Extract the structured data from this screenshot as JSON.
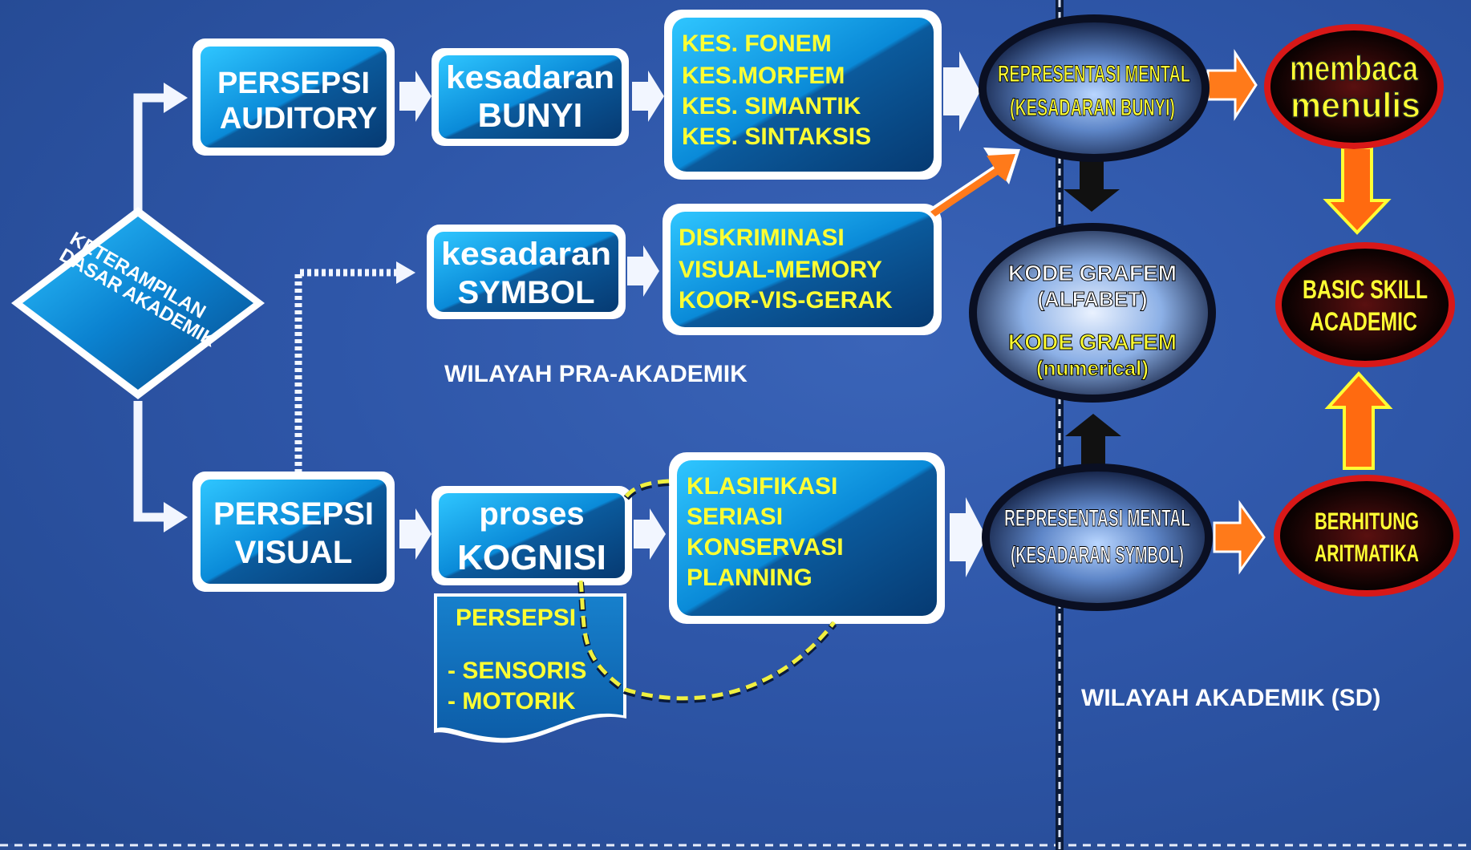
{
  "diamond": {
    "line1": "KETERAMPILAN",
    "line2": "DASAR AKADEMIK"
  },
  "persepsi_auditory": {
    "line1": "PERSEPSI",
    "line2": "AUDITORY"
  },
  "persepsi_visual": {
    "line1": "PERSEPSI",
    "line2": "VISUAL"
  },
  "kesadaran_bunyi": {
    "line1": "kesadaran",
    "line2": "BUNYI"
  },
  "kesadaran_symbol": {
    "line1": "kesadaran",
    "line2": "SYMBOL"
  },
  "proses_kognisi": {
    "line1": "proses",
    "line2": "KOGNISI"
  },
  "kes_list": [
    "KES. FONEM",
    "KES.MORFEM",
    "KES. SIMANTIK",
    "KES. SINTAKSIS"
  ],
  "visual_list": [
    "DISKRIMINASI",
    "VISUAL-MEMORY",
    "KOOR-VIS-GERAK"
  ],
  "kognisi_list": [
    "KLASIFIKASI",
    "SERIASI",
    "KONSERVASI",
    "PLANNING"
  ],
  "persepsi_doc": {
    "title": "PERSEPSI",
    "item1": "- SENSORIS",
    "item2": "- MOTORIK"
  },
  "rep_bunyi": {
    "line1": "REPRESENTASI MENTAL",
    "line2": "(KESADARAN BUNYI)"
  },
  "rep_symbol": {
    "line1": "REPRESENTASI MENTAL",
    "line2": "(KESADARAN SYMBOL)"
  },
  "kode_grafem": {
    "line1": "KODE GRAFEM",
    "line2": "(ALFABET)",
    "line3": "KODE GRAFEM",
    "line4": "(numerical)"
  },
  "membaca": {
    "line1": "membaca",
    "line2": "menulis"
  },
  "basic_skill": {
    "line1": "BASIC SKILL",
    "line2": "ACADEMIC"
  },
  "berhitung": {
    "line1": "BERHITUNG",
    "line2": "ARITMATIKA"
  },
  "region_pra": "WILAYAH PRA-AKADEMIK",
  "region_akademik": "WILAYAH AKADEMIK (SD)",
  "colors": {
    "box_blue": "#0a84d8",
    "text_yellow": "#ffff33",
    "arrow_orange": "#ff7a1a",
    "red_ring": "#d81818"
  }
}
